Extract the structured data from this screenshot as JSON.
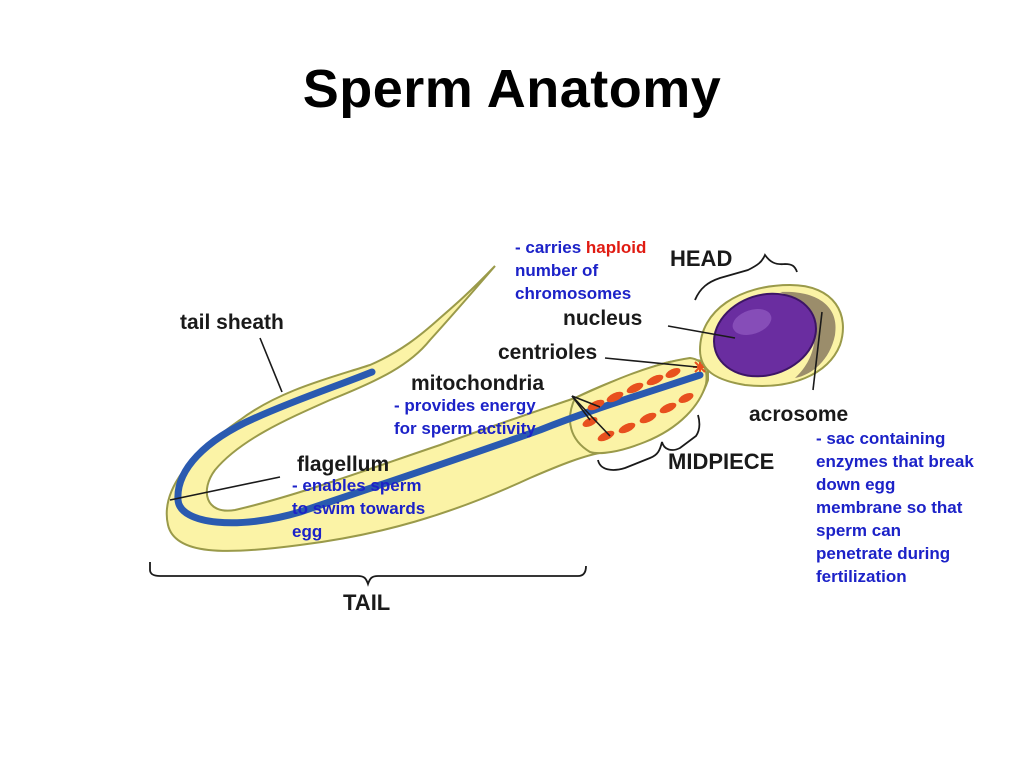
{
  "title": "Sperm Anatomy",
  "colors": {
    "body_fill": "#fbf3a6",
    "body_outline": "#9a9a4a",
    "axial_filament": "#2a5ab0",
    "head": "#6a2da0",
    "mitochondria": "#e8501e",
    "note_text": "#1c22c8",
    "highlight": "#e01b12"
  },
  "labels": {
    "head": "HEAD",
    "nucleus": "nucleus",
    "centrioles": "centrioles",
    "mitochondria": "mitochondria",
    "acrosome": "acrosome",
    "midpiece": "MIDPIECE",
    "tail_sheath": "tail sheath",
    "flagellum": "flagellum",
    "tail": "TAIL"
  },
  "notes": {
    "nucleus": {
      "prefix": "- carries ",
      "highlight": "haploid",
      "line2": "number of",
      "line3": "chromosomes"
    },
    "mitochondria": {
      "line1": "- provides energy",
      "line2": "for sperm activity"
    },
    "flagellum": {
      "line1": "- enables sperm",
      "line2": "to swim towards",
      "line3": "egg"
    },
    "acrosome": {
      "line1": "- sac containing",
      "line2": "enzymes that break",
      "line3": "down egg",
      "line4": "membrane so that",
      "line5": "sperm can",
      "line6": "penetrate during",
      "line7": "fertilization"
    }
  }
}
